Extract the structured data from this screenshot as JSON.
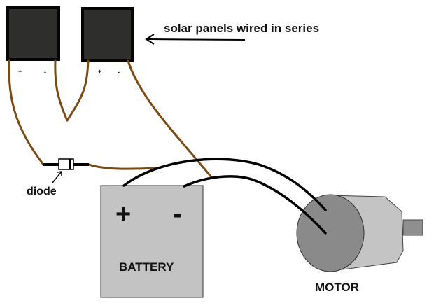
{
  "title": "Solar panel battery motor wiring diagram",
  "labels": {
    "panels_caption": "solar panels wired in series",
    "diode": "diode",
    "battery": "BATTERY",
    "battery_plus": "+",
    "battery_minus": "-",
    "motor": "MOTOR",
    "panel1_plus": "+",
    "panel1_minus": "-",
    "panel2_plus": "+",
    "panel2_minus": "-"
  },
  "colors": {
    "panel_fill": "#2e2e2c",
    "panel_border": "#050505",
    "wire_brown": "#7a4a14",
    "wire_black": "#000000",
    "battery_fill": "#c3c3c3",
    "motor_body": "#c4c4c4",
    "motor_face": "#8a8a8a",
    "motor_shaft": "#8f8f8f"
  }
}
